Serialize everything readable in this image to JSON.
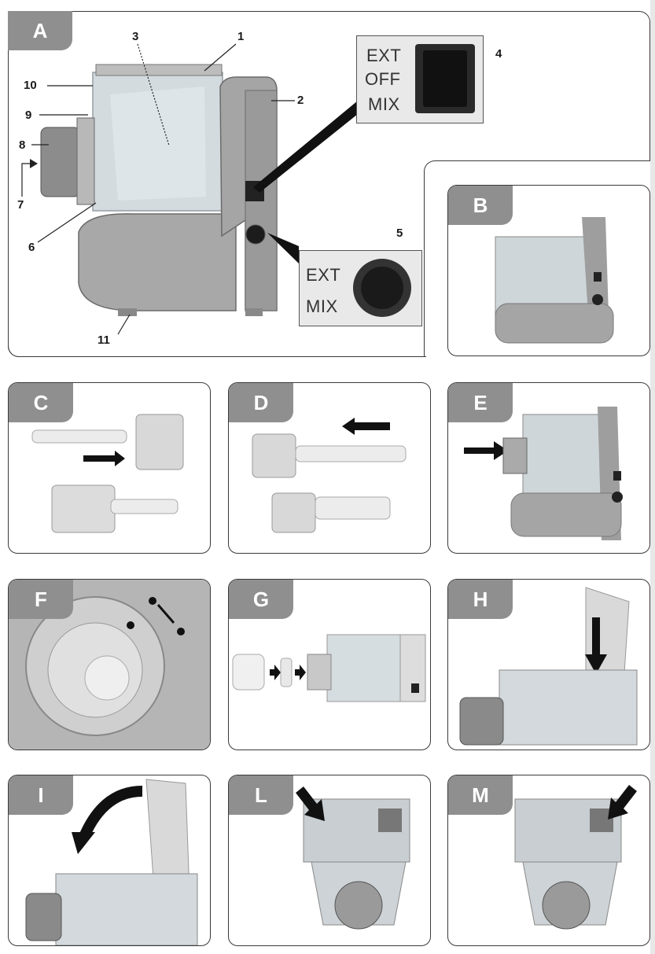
{
  "panels": {
    "a": {
      "label": "A"
    },
    "b": {
      "label": "B"
    },
    "c": {
      "label": "C"
    },
    "d": {
      "label": "D"
    },
    "e": {
      "label": "E"
    },
    "f": {
      "label": "F"
    },
    "g": {
      "label": "G"
    },
    "h": {
      "label": "H"
    },
    "i": {
      "label": "I"
    },
    "l": {
      "label": "L"
    },
    "m": {
      "label": "M"
    }
  },
  "callouts": [
    "1",
    "2",
    "3",
    "4",
    "5",
    "6",
    "7",
    "8",
    "9",
    "10",
    "11"
  ],
  "switch_inset": {
    "ext": "EXT",
    "off": "OFF",
    "mix": "MIX"
  },
  "button_inset": {
    "ext": "EXT",
    "mix": "MIX"
  },
  "machine_labels": {
    "ext": "EXT",
    "off": "OFF",
    "mix": "MIX"
  }
}
